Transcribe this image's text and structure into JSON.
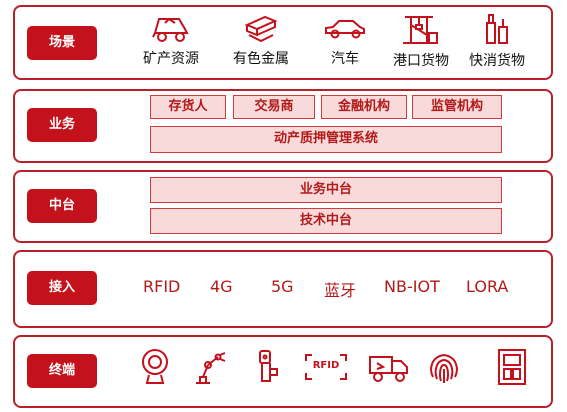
{
  "colors": {
    "accent": "#c4121c",
    "box_fill": "#f9dada",
    "box_border": "#d33a3a",
    "text_red": "#b21a1a"
  },
  "layers": {
    "scene": {
      "label": "场景",
      "items": [
        {
          "label": "矿产资源",
          "icon": "mining-truck-icon"
        },
        {
          "label": "有色金属",
          "icon": "metal-ingot-icon"
        },
        {
          "label": "汽车",
          "icon": "car-icon"
        },
        {
          "label": "港口货物",
          "icon": "port-crane-icon"
        },
        {
          "label": "快消货物",
          "icon": "consumer-goods-icon"
        }
      ]
    },
    "business": {
      "label": "业务",
      "roles": [
        "存货人",
        "交易商",
        "金融机构",
        "监管机构"
      ],
      "system": "动产质押管理系统"
    },
    "middle": {
      "label": "中台",
      "items": [
        "业务中台",
        "技术中台"
      ]
    },
    "access": {
      "label": "接入",
      "protocols": [
        "RFID",
        "4G",
        "5G",
        "蓝牙",
        "NB-IOT",
        "LORA"
      ]
    },
    "terminal": {
      "label": "终端",
      "devices": [
        {
          "icon": "camera-icon"
        },
        {
          "icon": "robot-arm-icon"
        },
        {
          "icon": "scanner-icon"
        },
        {
          "icon": "rfid-tag-icon",
          "text": "RFID"
        },
        {
          "icon": "delivery-truck-icon"
        },
        {
          "icon": "fingerprint-icon"
        },
        {
          "icon": "smart-cabinet-icon"
        }
      ]
    }
  }
}
